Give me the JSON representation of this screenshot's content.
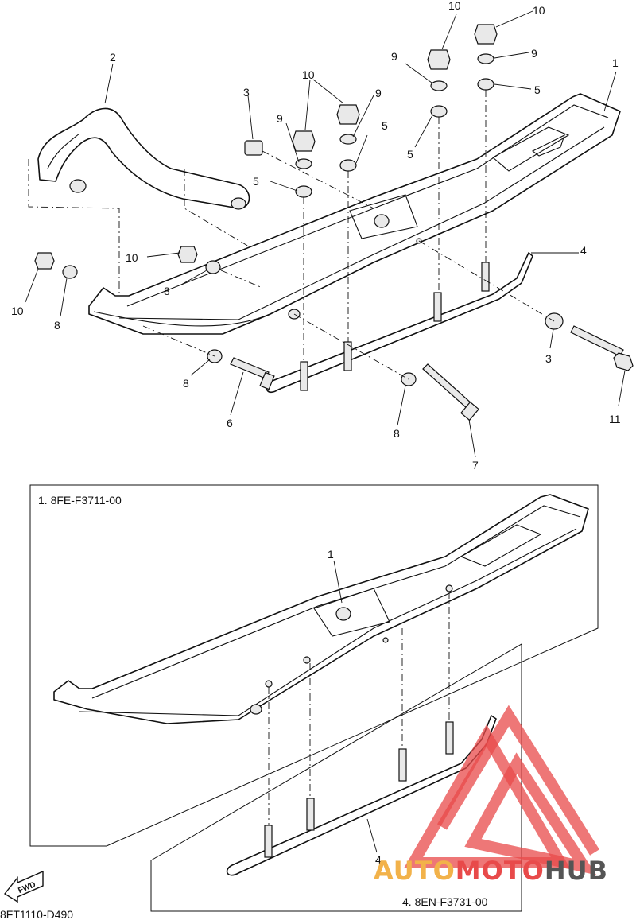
{
  "callouts": {
    "c1_top": "1",
    "c2": "2",
    "c3_left": "3",
    "c3_right": "3",
    "c4_top": "4",
    "c5_a": "5",
    "c5_b": "5",
    "c5_c": "5",
    "c5_d": "5",
    "c6": "6",
    "c7": "7",
    "c8_a": "8",
    "c8_b": "8",
    "c8_c": "8",
    "c8_d": "8",
    "c9_a": "9",
    "c9_b": "9",
    "c9_c": "9",
    "c9_d": "9",
    "c10_a": "10",
    "c10_b": "10",
    "c10_c": "10",
    "c10_d": "10",
    "c10_e": "10",
    "c11": "11",
    "c1_inset": "1",
    "c4_inset": "4"
  },
  "inset_ski": {
    "caption": "1. 8FE-F3711-00"
  },
  "inset_runner": {
    "caption": "4. 8EN-F3731-00"
  },
  "fwd_label": "FWD",
  "diagram_code": "8FT1110-D490",
  "watermark": {
    "part_a": "AUTO",
    "part_b": "MOTO",
    "part_c": "HUB",
    "color_a": "#f2b24a",
    "color_b": "#e84a4a",
    "color_c": "#555555"
  }
}
